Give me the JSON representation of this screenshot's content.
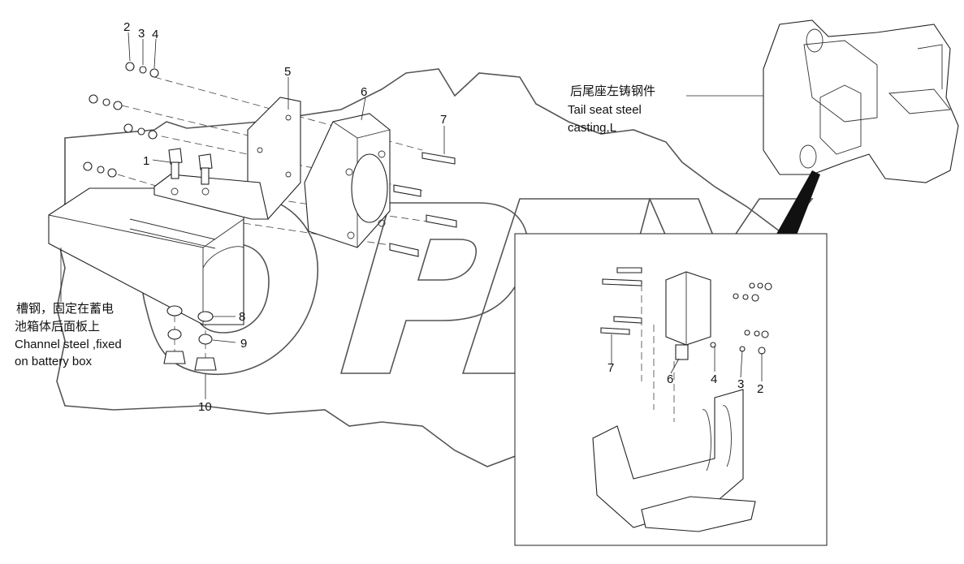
{
  "callouts": {
    "c1": "1",
    "c2": "2",
    "c3": "3",
    "c4": "4",
    "c5": "5",
    "c6": "6",
    "c7": "7",
    "c8": "8",
    "c9": "9",
    "c10": "10",
    "i7": "7",
    "i6": "6",
    "i4": "4",
    "i3": "3",
    "i2": "2"
  },
  "labels": {
    "tail_cn": "后尾座左铸钢件",
    "tail_en1": "Tail seat steel",
    "tail_en2": "casting,L",
    "channel_cn1": "槽钢，固定在蓄电",
    "channel_cn2": "池箱体后面板上",
    "channel_en1": "Channel steel ,fixed",
    "channel_en2": "on battery box"
  },
  "watermark": {
    "text": "OPEX",
    "color": "#555555"
  }
}
